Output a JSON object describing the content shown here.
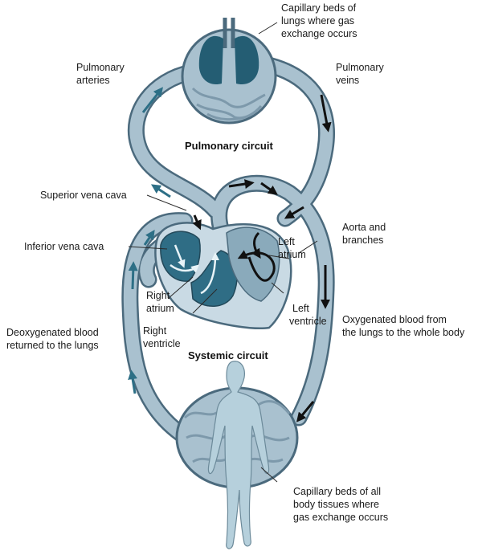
{
  "labels": {
    "capillary_lungs": [
      "Capillary beds of",
      "lungs where gas",
      "exchange occurs"
    ],
    "pulmonary_arteries": [
      "Pulmonary",
      "arteries"
    ],
    "pulmonary_veins": [
      "Pulmonary",
      "veins"
    ],
    "pulmonary_circuit": "Pulmonary circuit",
    "superior_vena_cava": "Superior vena cava",
    "aorta_branches": [
      "Aorta and",
      "branches"
    ],
    "inferior_vena_cava": "Inferior vena cava",
    "left_atrium": [
      "Left",
      "atrium"
    ],
    "right_atrium": [
      "Right",
      "atrium"
    ],
    "left_ventricle": [
      "Left",
      "ventricle"
    ],
    "right_ventricle": [
      "Right",
      "ventricle"
    ],
    "oxygenated": [
      "Oxygenated blood from",
      "the lungs to the whole body"
    ],
    "deoxygenated": [
      "Deoxygenated blood",
      "returned to the lungs"
    ],
    "systemic_circuit": "Systemic circuit",
    "capillary_body": [
      "Capillary beds of all",
      "body tissues where",
      "gas exchange occurs"
    ]
  },
  "colors": {
    "vessel_outline": "#4b6a7d",
    "vessel_fill": "#a9c1cf",
    "deoxygenated_fill": "#2f6d85",
    "lung_fill": "#245d73",
    "oxygenated_arrow": "#111111",
    "deoxygenated_arrow": "#2d6f86",
    "body_fill": "#b6d0dc"
  },
  "icons": [
    "lungs-icon",
    "heart-icon",
    "human-body-icon"
  ]
}
